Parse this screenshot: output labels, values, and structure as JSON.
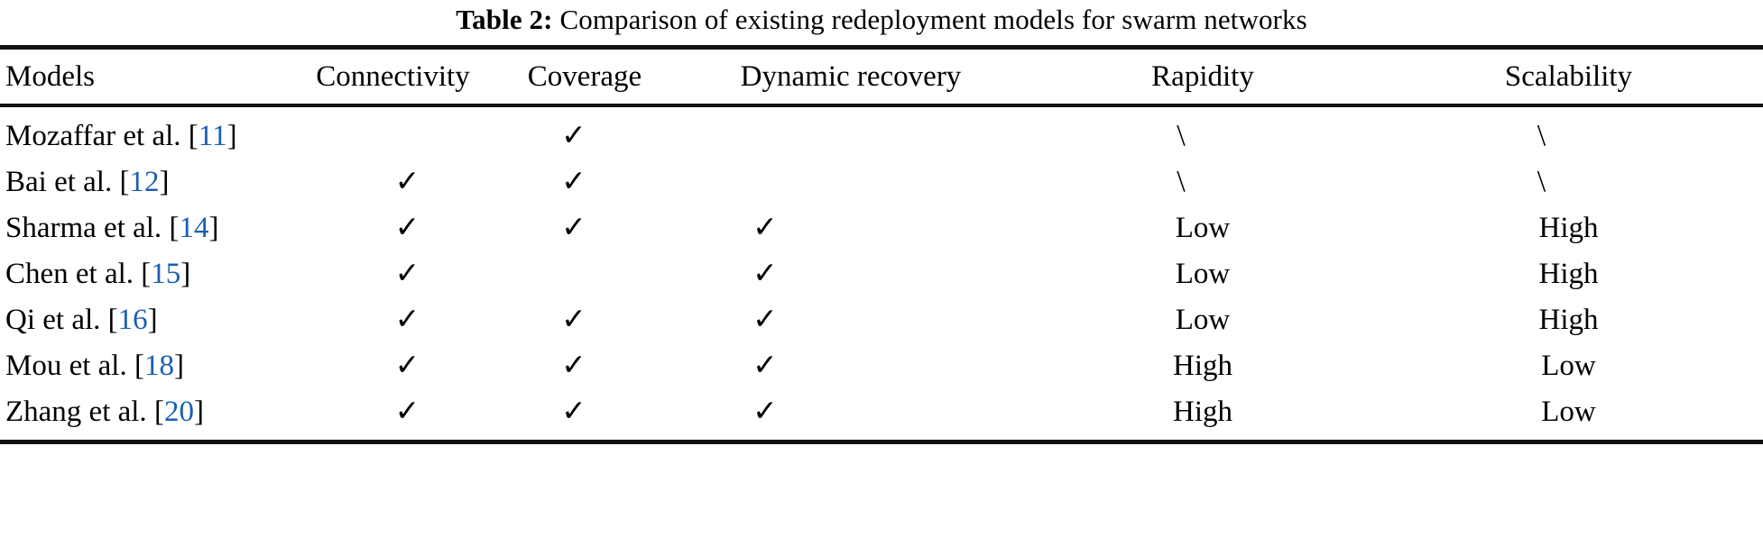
{
  "caption": {
    "label": "Table 2:",
    "text": "Comparison of existing redeployment models for swarm networks"
  },
  "colors": {
    "citation_blue": "#1a5fb4",
    "rule": "#111111",
    "text": "#000000"
  },
  "symbols": {
    "check": "✓",
    "slash": "\\",
    "empty": ""
  },
  "table": {
    "columns": [
      {
        "key": "models",
        "label": "Models",
        "align": "left"
      },
      {
        "key": "connectivity",
        "label": "Connectivity",
        "align": "center"
      },
      {
        "key": "coverage",
        "label": "Coverage",
        "align": "center"
      },
      {
        "key": "dynamic_recovery",
        "label": "Dynamic recovery",
        "align": "center"
      },
      {
        "key": "rapidity",
        "label": "Rapidity",
        "align": "center"
      },
      {
        "key": "scalability",
        "label": "Scalability",
        "align": "center"
      }
    ],
    "rows": [
      {
        "model_name": "Mozaffar et al.",
        "citation": "11",
        "connectivity": "",
        "coverage": "✓",
        "dynamic_recovery": "",
        "rapidity": "\\",
        "scalability": "\\"
      },
      {
        "model_name": "Bai et al.",
        "citation": "12",
        "connectivity": "✓",
        "coverage": "✓",
        "dynamic_recovery": "",
        "rapidity": "\\",
        "scalability": "\\"
      },
      {
        "model_name": "Sharma et al.",
        "citation": "14",
        "connectivity": "✓",
        "coverage": "✓",
        "dynamic_recovery": "✓",
        "rapidity": "Low",
        "scalability": "High"
      },
      {
        "model_name": "Chen et al.",
        "citation": "15",
        "connectivity": "✓",
        "coverage": "",
        "dynamic_recovery": "✓",
        "rapidity": "Low",
        "scalability": "High"
      },
      {
        "model_name": "Qi et al.",
        "citation": "16",
        "connectivity": "✓",
        "coverage": "✓",
        "dynamic_recovery": "✓",
        "rapidity": "Low",
        "scalability": "High"
      },
      {
        "model_name": "Mou et al.",
        "citation": "18",
        "connectivity": "✓",
        "coverage": "✓",
        "dynamic_recovery": "✓",
        "rapidity": "High",
        "scalability": "Low"
      },
      {
        "model_name": "Zhang et al.",
        "citation": "20",
        "connectivity": "✓",
        "coverage": "✓",
        "dynamic_recovery": "✓",
        "rapidity": "High",
        "scalability": "Low"
      }
    ]
  }
}
